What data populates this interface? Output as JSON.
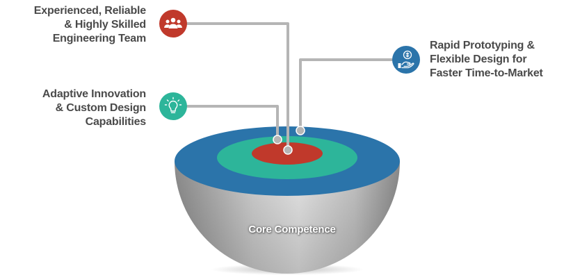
{
  "diagram": {
    "core_label": "Core Competence",
    "items": [
      {
        "id": "team",
        "text": "Experienced, Reliable\n& Highly Skilled\nEngineering Team",
        "icon": "people-group-icon",
        "color": "#c0392b"
      },
      {
        "id": "innovation",
        "text": "Adaptive Innovation\n& Custom Design\nCapabilities",
        "icon": "lightbulb-icon",
        "color": "#2db59a"
      },
      {
        "id": "prototyping",
        "text": "Rapid Prototyping &\nFlexible Design for\nFaster Time-to-Market",
        "icon": "hand-coin-icon",
        "color": "#2b74aa"
      }
    ],
    "colors": {
      "outer_ring": "#2b74aa",
      "middle_ring": "#2db59a",
      "inner_ring": "#c0392b",
      "bowl": "#b8b8b8",
      "connector": "#b5b5b5",
      "text": "#4a4a4a"
    }
  }
}
